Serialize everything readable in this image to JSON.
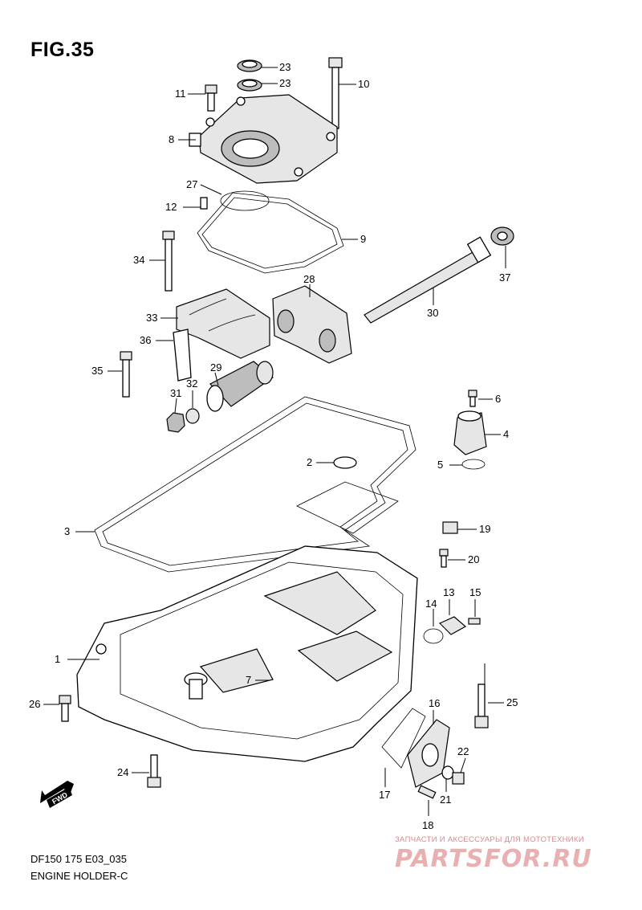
{
  "figure": {
    "title": "FIG.35",
    "model_code": "DF150 175 E03_035",
    "section_name": "ENGINE HOLDER-C"
  },
  "direction_badge": "FWD",
  "watermark": {
    "subtitle": "ЗАПЧАСТИ И АКСЕССУАРЫ ДЛЯ МОТОТЕХНИКИ",
    "logo": "PARTSFOR.RU"
  },
  "callouts": {
    "c1": "1",
    "c2": "2",
    "c3": "3",
    "c4": "4",
    "c5": "5",
    "c6": "6",
    "c7": "7",
    "c8": "8",
    "c9": "9",
    "c10": "10",
    "c11": "11",
    "c12": "12",
    "c13": "13",
    "c14": "14",
    "c15": "15",
    "c16": "16",
    "c17": "17",
    "c18": "18",
    "c19": "19",
    "c20": "20",
    "c21": "21",
    "c22": "22",
    "c23a": "23",
    "c23b": "23",
    "c24": "24",
    "c25": "25",
    "c26": "26",
    "c27": "27",
    "c28": "28",
    "c29": "29",
    "c30": "30",
    "c31": "31",
    "c32": "32",
    "c33": "33",
    "c34": "34",
    "c35": "35",
    "c36": "36",
    "c37": "37"
  }
}
